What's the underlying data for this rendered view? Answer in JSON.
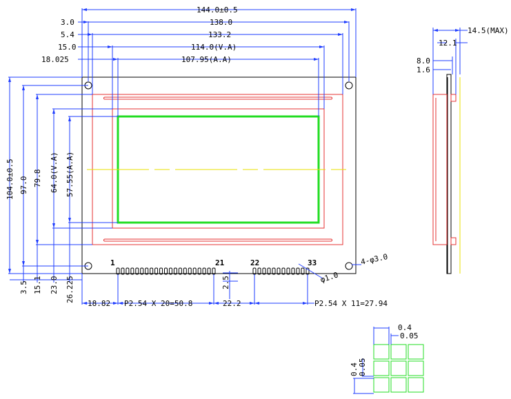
{
  "colors": {
    "dimension": "#1e3cff",
    "outline": "#000000",
    "bezel": "#e53030",
    "view_area": "#22dd22",
    "center": "#e8e000"
  },
  "top_dims": {
    "d1": "144.0±0.5",
    "d2": "3.0",
    "d3": "138.0",
    "d4": "5.4",
    "d5": "133.2",
    "d6": "15.0",
    "d7": "114.0(V.A)",
    "d8": "18.025",
    "d9": "107.95(A.A)"
  },
  "left_dims": {
    "h1": "104.0±0.5",
    "h2": "97.0",
    "h3": "79.8",
    "h4": "64.0(V.A)",
    "h5": "57.55(A.A)"
  },
  "bottom_left_dims": {
    "b1": "3.5",
    "b2": "15.1",
    "b3": "23.0",
    "b4": "26.225"
  },
  "bottom_dims": {
    "p1": "18.82",
    "p2": "P2.54 X 20=50.8",
    "p3": "22.2",
    "p4": "P2.54 X 11=27.94",
    "p5": "2.5"
  },
  "pins": {
    "pin1": "1",
    "pin21": "21",
    "pin22": "22",
    "pin33": "33"
  },
  "callouts": {
    "hole": "4-φ3.0",
    "pad": "φ1.0"
  },
  "side_dims": {
    "s1": "14.5(MAX)",
    "s2": "12.1",
    "s3": "8.0",
    "s4": "1.6"
  },
  "dot_dims": {
    "t1": "0.4",
    "t2": "0.05",
    "l1": "0.4",
    "l2": "0.05"
  }
}
